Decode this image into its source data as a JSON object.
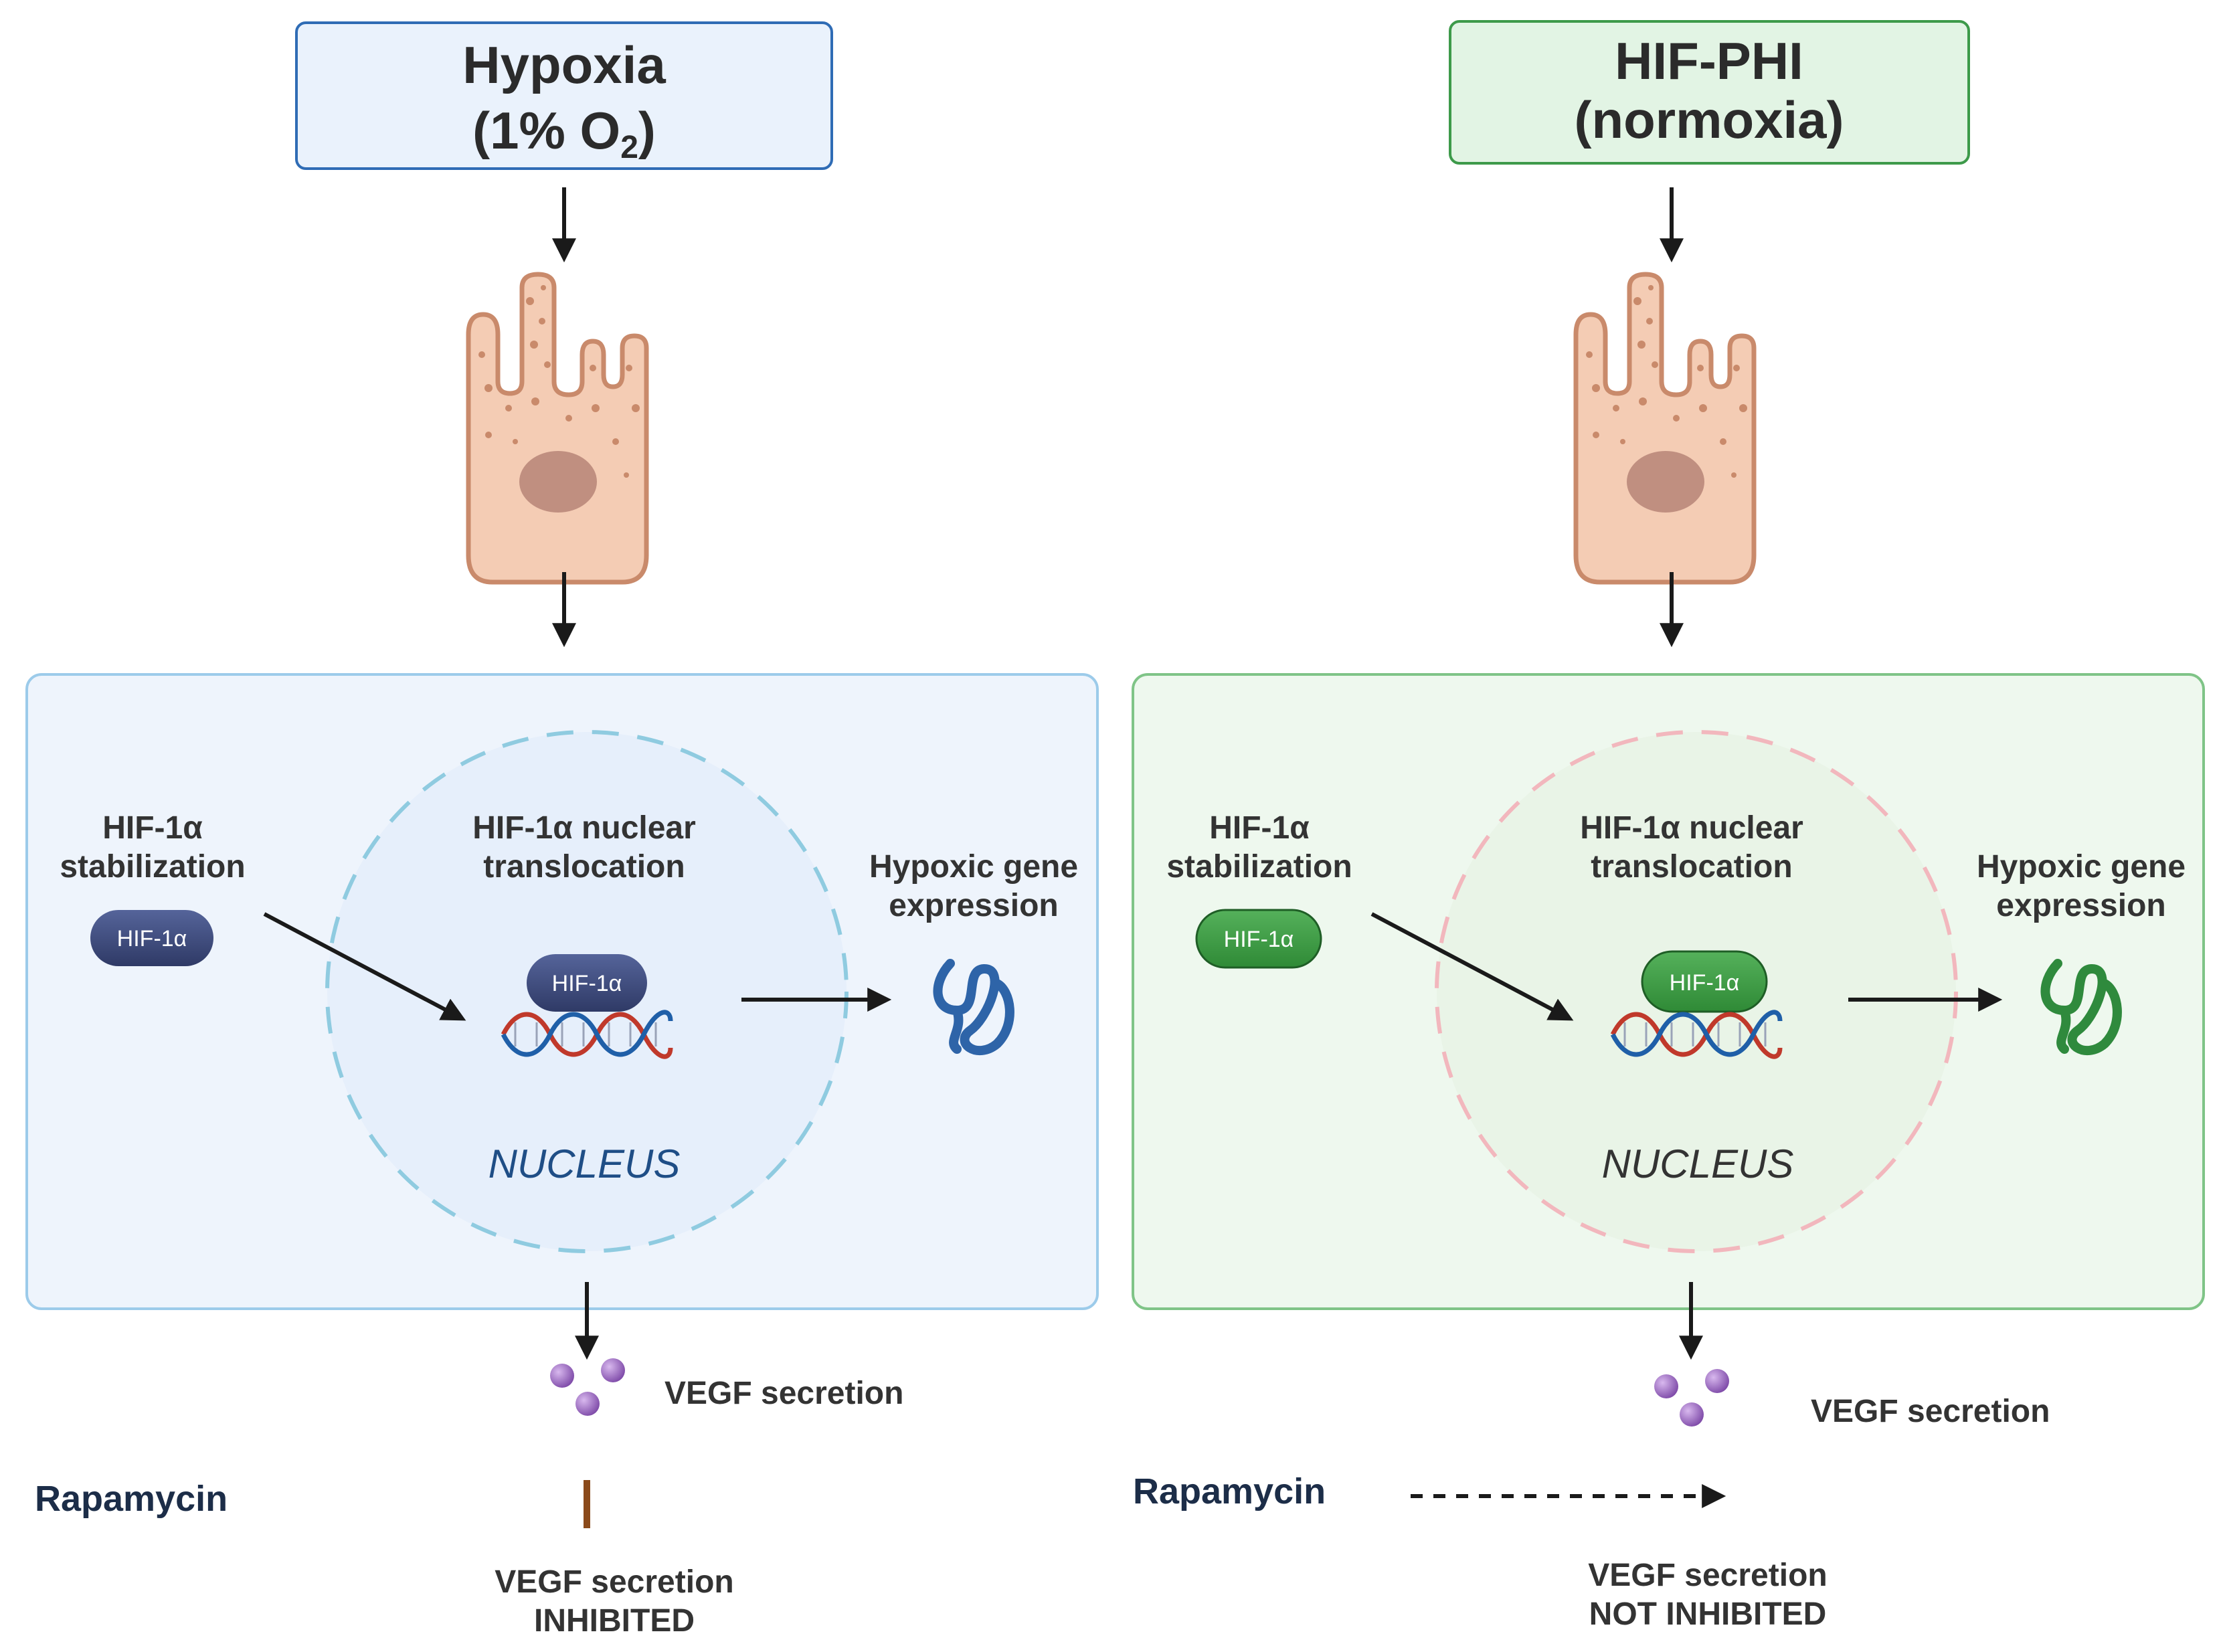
{
  "left": {
    "title_line1": "Hypoxia",
    "title_line2_prefix": "(1% O",
    "title_line2_sub": "2",
    "title_line2_suffix": ")",
    "stabilization_line1": "HIF-1α",
    "stabilization_line2": "stabilization",
    "hif_pill": "HIF-1α",
    "translocation_line1": "HIF-1α nuclear",
    "translocation_line2": "translocation",
    "nucleus_hif_pill": "HIF-1α",
    "gene_line1": "Hypoxic gene",
    "gene_line2": "expression",
    "nucleus_label": "NUCLEUS",
    "vegf_secretion": "VEGF secretion",
    "rapamycin": "Rapamycin",
    "outcome_line1": "VEGF secretion",
    "outcome_line2": "INHIBITED"
  },
  "right": {
    "title_line1": "HIF-PHI",
    "title_line2": "(normoxia)",
    "stabilization_line1": "HIF-1α",
    "stabilization_line2": "stabilization",
    "hif_pill": "HIF-1α",
    "translocation_line1": "HIF-1α nuclear",
    "translocation_line2": "translocation",
    "nucleus_hif_pill": "HIF-1α",
    "gene_line1": "Hypoxic gene",
    "gene_line2": "expression",
    "nucleus_label": "NUCLEUS",
    "vegf_secretion": "VEGF secretion",
    "rapamycin": "Rapamycin",
    "outcome_line1": "VEGF secretion",
    "outcome_line2": "NOT INHIBITED"
  },
  "colors": {
    "left_panel_bg": "#eef4fc",
    "left_panel_border": "#9ccbea",
    "left_pill": "#3d4a7a",
    "left_nucleus_border": "#8fcbe0",
    "left_nucleus_text": "#1f4e86",
    "left_protein": "#2e64a8",
    "left_inhibited": "#c0392b",
    "right_panel_bg": "#eef8ee",
    "right_panel_border": "#7fc487",
    "right_pill": "#3f9c45",
    "right_nucleus_border": "#f2b7bd",
    "right_nucleus_text": "#333333",
    "right_protein": "#2f8a3d",
    "right_not_inhibited": "#6b9a55",
    "cell_fill": "#f4ccb4",
    "cell_stroke": "#c98a6b",
    "nucleus_body": "#c08f80",
    "vegf_dots": "#9c6bc2",
    "rapamycin_bar": "#8b4a1a"
  }
}
